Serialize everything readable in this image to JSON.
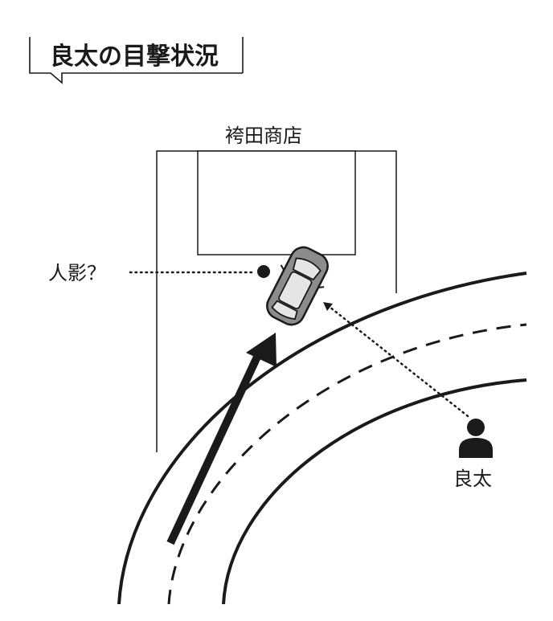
{
  "title": "良太の目撃状況",
  "shop": {
    "name": "袴田商店"
  },
  "figure": {
    "label": "人影？"
  },
  "witness": {
    "label": "良太"
  },
  "colors": {
    "ink": "#1a1a1a",
    "car_body": "#8c8c8c",
    "car_glass": "#e6e6e6"
  },
  "icons": [
    "car-icon",
    "person-icon",
    "arrow-icon"
  ]
}
